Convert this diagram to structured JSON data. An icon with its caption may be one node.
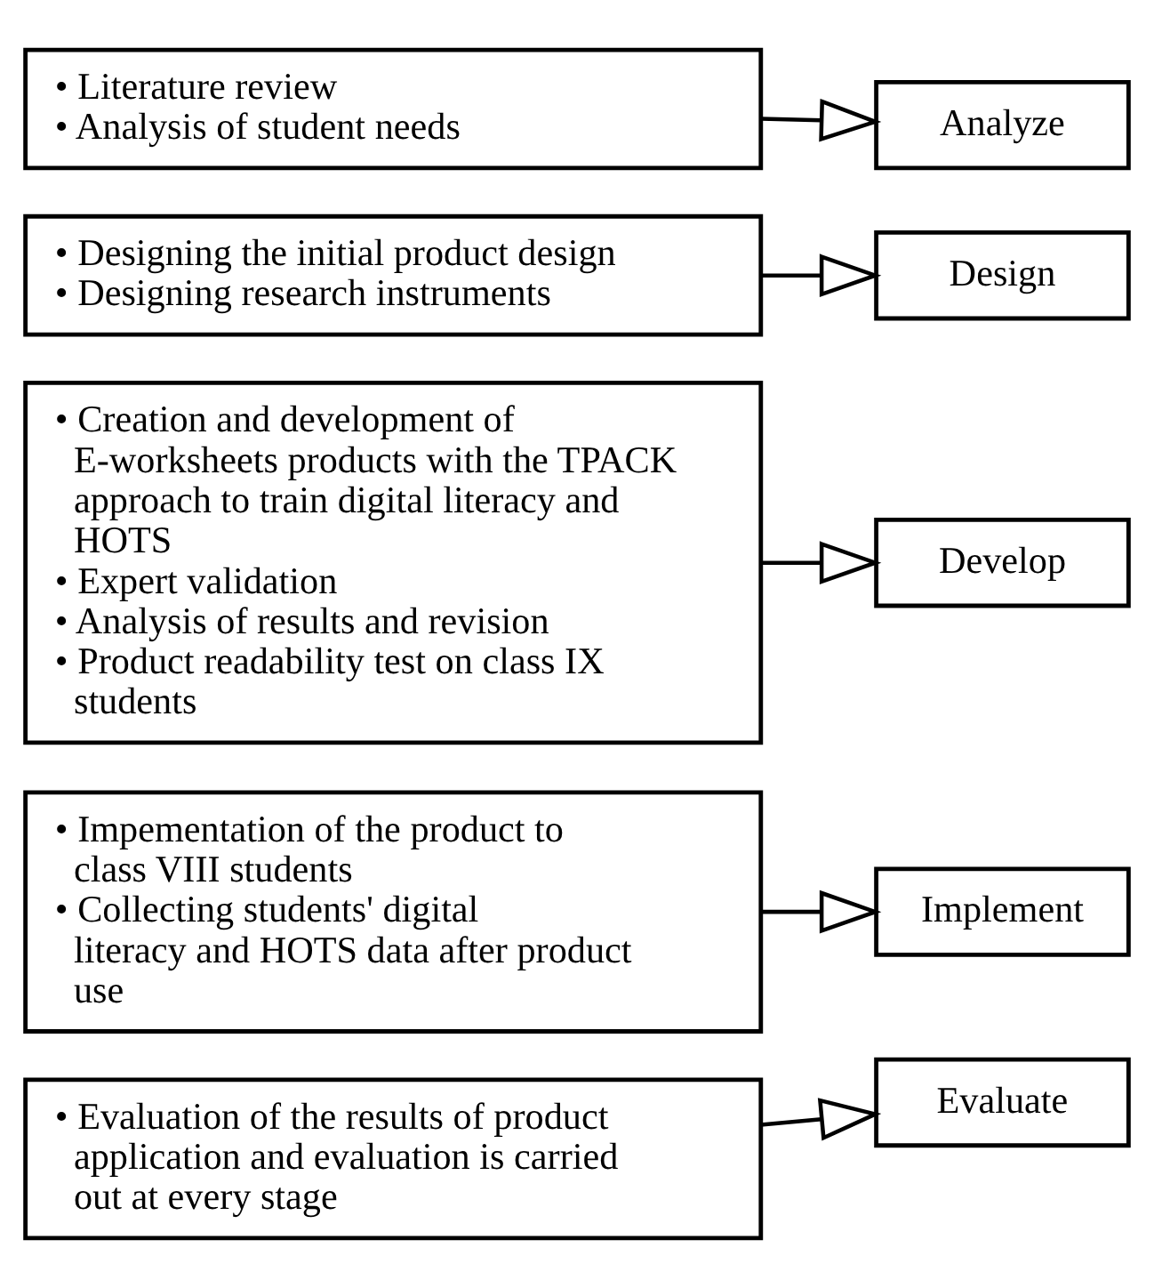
{
  "diagram": {
    "nodes": [
      {
        "text": [
          "• Literature review",
          "• Analysis of student needs"
        ]
      },
      {
        "text": [
          "Analyze"
        ]
      },
      {
        "text": [
          "• Designing the initial product design",
          "• Designing research instruments"
        ]
      },
      {
        "text": [
          "Design"
        ]
      },
      {
        "text": [
          "• Creation and development of E-worksheets products with the TPACK approach to train digital literacy and HOTS",
          "• Expert validation",
          "• Analysis of results and revision",
          "• Product readability test on class IX students"
        ]
      },
      {
        "text": [
          "Develop"
        ]
      },
      {
        "text": [
          "• Impementation of the product to class VIII students",
          "• Collecting students' digital literacy and HOTS data after product use"
        ]
      },
      {
        "text": [
          "Implement"
        ]
      },
      {
        "text": [
          "• Evaluation of the results of product application and evaluation is carried out at every stage"
        ]
      },
      {
        "text": [
          "Evaluate"
        ]
      }
    ],
    "edges": [
      {
        "from": 0,
        "to": 1,
        "arrow": "to"
      },
      {
        "from": 2,
        "to": 3,
        "arrow": "to"
      },
      {
        "from": 4,
        "to": 5,
        "arrow": "to"
      },
      {
        "from": 6,
        "to": 7,
        "arrow": "to"
      },
      {
        "from": 8,
        "to": 9,
        "arrow": "to"
      }
    ]
  }
}
